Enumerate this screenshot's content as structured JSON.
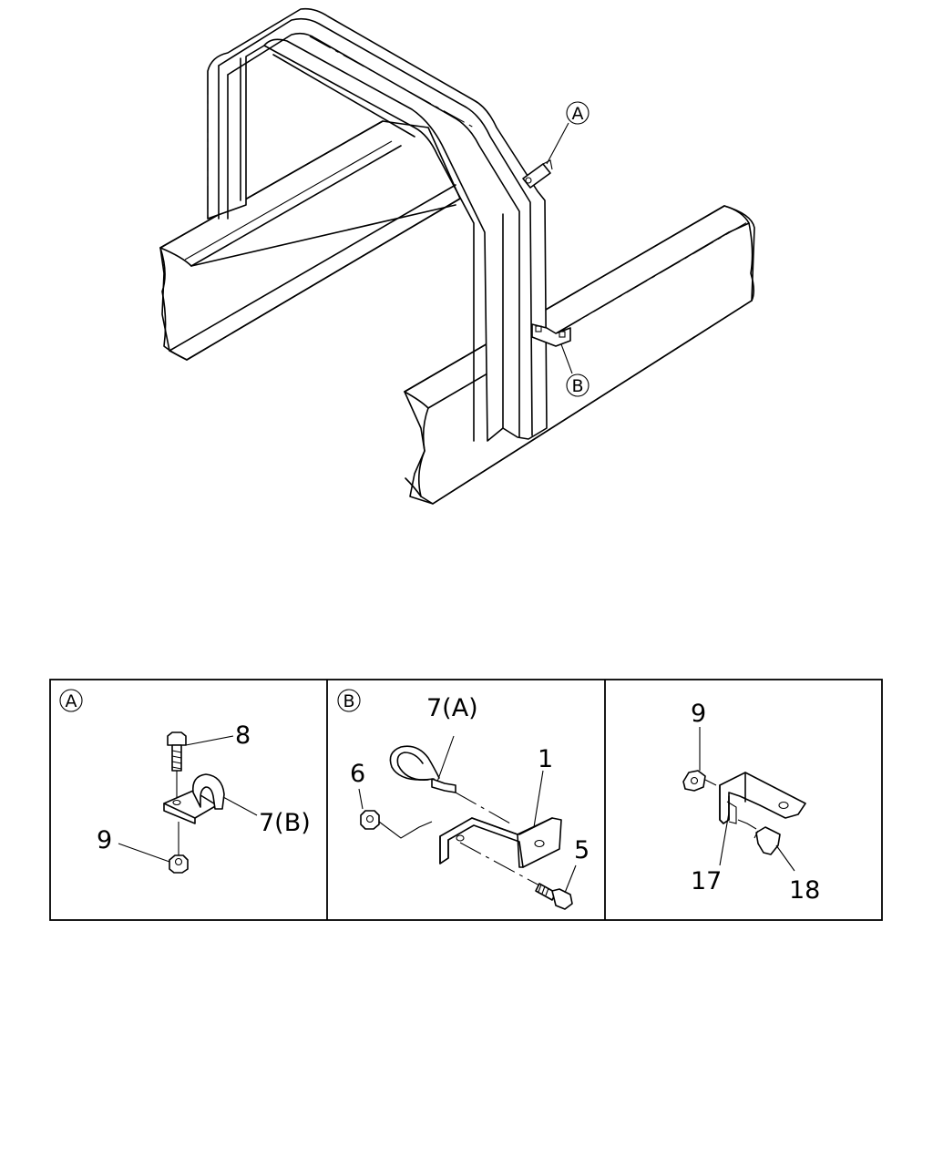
{
  "callouts": {
    "detail_a": "A",
    "detail_b": "B"
  },
  "panels": {
    "a": {
      "header": "A",
      "labels": {
        "bolt": "8",
        "clip": "7(B)",
        "nut": "9"
      }
    },
    "b": {
      "header": "B",
      "labels": {
        "band": "7(A)",
        "nut": "6",
        "bracket": "1",
        "bolt": "5"
      }
    },
    "c": {
      "labels": {
        "washer": "9",
        "bracket": "17",
        "bolt": "18"
      }
    }
  }
}
